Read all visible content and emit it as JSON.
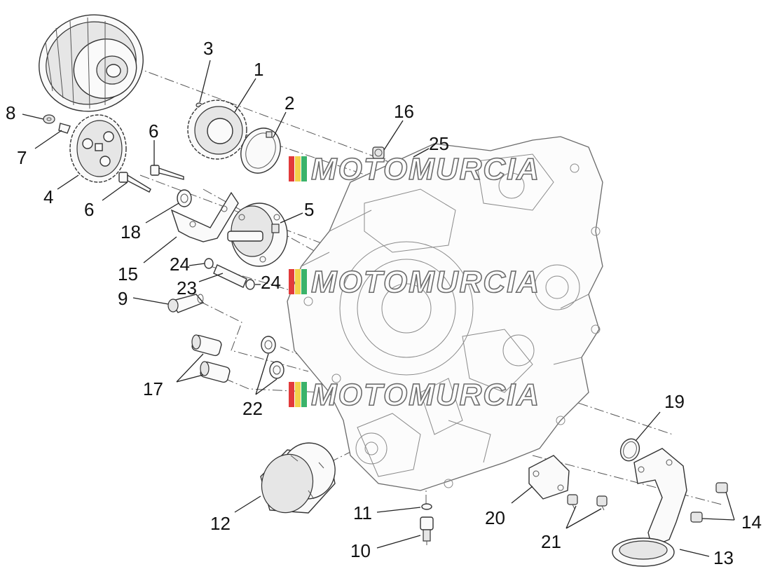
{
  "watermark": {
    "text": "MOTOMURCIA",
    "stripe_colors": [
      "#e23b3b",
      "#f2d24b",
      "#3bb36a"
    ]
  },
  "callouts": [
    {
      "id": "1",
      "text": "1"
    },
    {
      "id": "2",
      "text": "2"
    },
    {
      "id": "3",
      "text": "3"
    },
    {
      "id": "4",
      "text": "4"
    },
    {
      "id": "5",
      "text": "5"
    },
    {
      "id": "6a",
      "text": "6"
    },
    {
      "id": "6b",
      "text": "6"
    },
    {
      "id": "7",
      "text": "7"
    },
    {
      "id": "8",
      "text": "8"
    },
    {
      "id": "9",
      "text": "9"
    },
    {
      "id": "10",
      "text": "10"
    },
    {
      "id": "11",
      "text": "11"
    },
    {
      "id": "12",
      "text": "12"
    },
    {
      "id": "13",
      "text": "13"
    },
    {
      "id": "14",
      "text": "14"
    },
    {
      "id": "15",
      "text": "15"
    },
    {
      "id": "16",
      "text": "16"
    },
    {
      "id": "17",
      "text": "17"
    },
    {
      "id": "18",
      "text": "18"
    },
    {
      "id": "19",
      "text": "19"
    },
    {
      "id": "20",
      "text": "20"
    },
    {
      "id": "21",
      "text": "21"
    },
    {
      "id": "22",
      "text": "22"
    },
    {
      "id": "23",
      "text": "23"
    },
    {
      "id": "24a",
      "text": "24"
    },
    {
      "id": "24b",
      "text": "24"
    },
    {
      "id": "25",
      "text": "25"
    }
  ]
}
